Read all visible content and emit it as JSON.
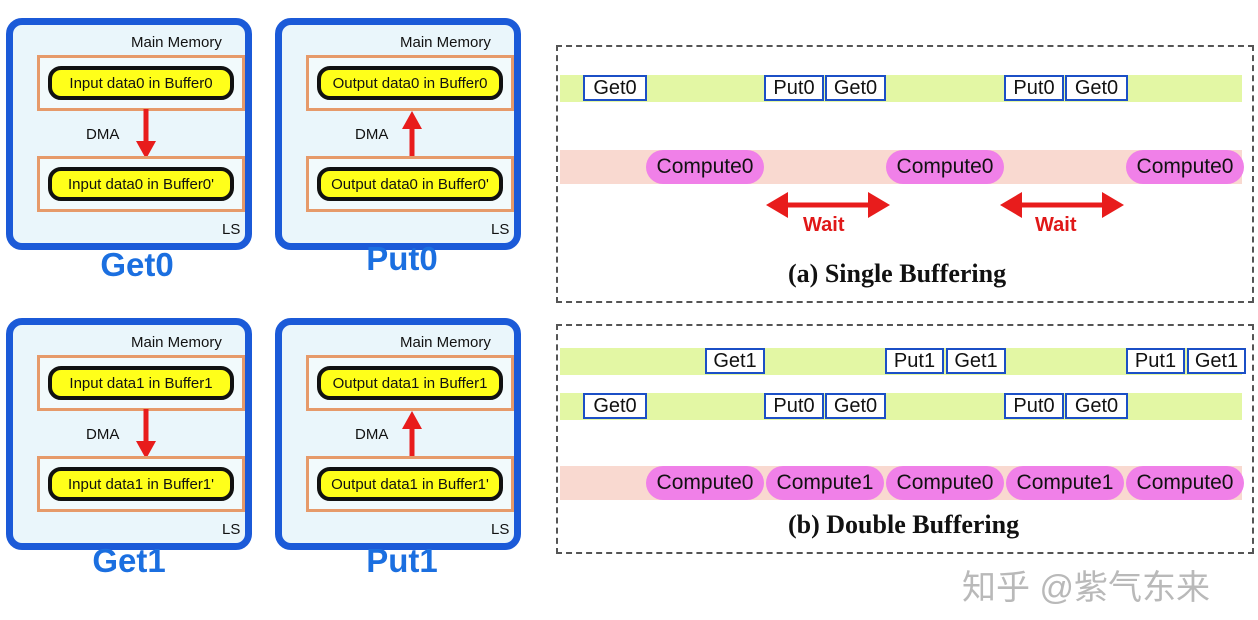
{
  "panels": [
    {
      "main_memory": "Main Memory",
      "top_buffer": "Input data0 in Buffer0",
      "dma": "DMA",
      "bottom_buffer": "Input data0 in Buffer0'",
      "ls": "LS",
      "caption": "Get0"
    },
    {
      "main_memory": "Main Memory",
      "top_buffer": "Output data0 in Buffer0",
      "dma": "DMA",
      "bottom_buffer": "Output data0 in Buffer0'",
      "ls": "LS",
      "caption": "Put0"
    },
    {
      "main_memory": "Main Memory",
      "top_buffer": "Input data1 in Buffer1",
      "dma": "DMA",
      "bottom_buffer": "Input data1 in Buffer1'",
      "ls": "LS",
      "caption": "Get1"
    },
    {
      "main_memory": "Main Memory",
      "top_buffer": "Output data1 in Buffer1",
      "dma": "DMA",
      "bottom_buffer": "Output data1 in Buffer1'",
      "ls": "LS",
      "caption": "Put1"
    }
  ],
  "single": {
    "title": "(a) Single Buffering",
    "transfer_lane": [
      "Get0",
      "Put0",
      "Get0",
      "Put0",
      "Get0"
    ],
    "compute_lane": [
      "Compute0",
      "Compute0",
      "Compute0"
    ],
    "waits": [
      "Wait",
      "Wait"
    ]
  },
  "double": {
    "title": "(b) Double Buffering",
    "lane1": [
      "Get1",
      "Put1",
      "Get1",
      "Put1",
      "Get1"
    ],
    "lane0": [
      "Get0",
      "Put0",
      "Get0",
      "Put0",
      "Get0"
    ],
    "compute_lane": [
      "Compute0",
      "Compute1",
      "Compute0",
      "Compute1",
      "Compute0"
    ]
  },
  "watermark": "知乎 @紫气东来",
  "colors": {
    "panel_border": "#1b5ad8",
    "caption": "#1b6fe0",
    "buffer_fill": "#ffff1a",
    "arrow": "#e81c1c",
    "transfer_lane": "#e3f7a4",
    "compute_lane": "#f9d9d0",
    "compute_pill": "#f080e8",
    "wait": "#e01818"
  }
}
